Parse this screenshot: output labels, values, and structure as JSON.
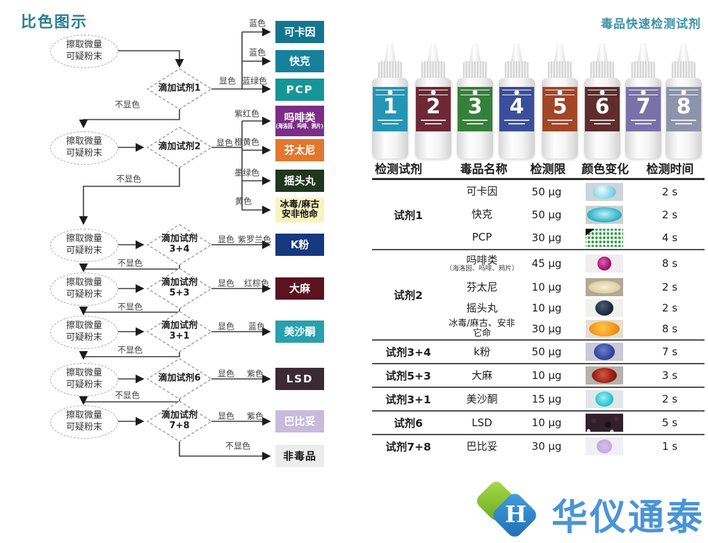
{
  "flow": {
    "title": "比色图示",
    "source_line1": "擦取微量",
    "source_line2": "可疑粉末",
    "label_show": "显色",
    "label_no_show": "不显色",
    "steps": [
      {
        "reagent": "滴加试剂1"
      },
      {
        "reagent": "滴加试剂2"
      },
      {
        "reagent": "滴加试剂",
        "reagent2": "3+4"
      },
      {
        "reagent": "滴加试剂",
        "reagent2": "5+3"
      },
      {
        "reagent": "滴加试剂",
        "reagent2": "3+1"
      },
      {
        "reagent": "滴加试剂6"
      },
      {
        "reagent": "滴加试剂",
        "reagent2": "7+8"
      }
    ],
    "branches": [
      {
        "color_label": "蓝色",
        "result": "可卡因",
        "box_color": "#13768e"
      },
      {
        "color_label": "蓝色",
        "result": "快克",
        "box_color": "#17809b"
      },
      {
        "color_label": "蓝绿色",
        "result": "PCP",
        "box_color": "#169598"
      },
      {
        "color_label": "紫红色",
        "result": "吗啡类",
        "result_sub": "(海洛因、吗啡、鸦片)",
        "box_color": "#7d2d87"
      },
      {
        "color_label": "橙黄色",
        "result": "芬太尼",
        "box_color": "#e2772d"
      },
      {
        "color_label": "墨绿色",
        "result": "摇头丸",
        "box_color": "#20361f"
      },
      {
        "color_label": "黄色",
        "result": "冰毒/麻古",
        "result_line2": "安非他命",
        "box_color": "#f8f4c0"
      },
      {
        "color_label": "紫罗兰色",
        "result": "K粉",
        "box_color": "#15387f"
      },
      {
        "color_label": "红棕色",
        "result": "大麻",
        "box_color": "#5a1320"
      },
      {
        "color_label": "蓝色",
        "result": "美沙酮",
        "box_color": "#28a0ad"
      },
      {
        "color_label": "紫色",
        "result": "LSD",
        "box_color": "#3c2a33"
      },
      {
        "color_label": "紫色",
        "result": "巴比妥",
        "box_color": "#c9badb"
      },
      {
        "result": "非毒品",
        "box_color": "#ececec"
      }
    ]
  },
  "right": {
    "title": "毒品快速检测试剂",
    "bottles": [
      {
        "number": "1",
        "label_color": "#2496b5"
      },
      {
        "number": "2",
        "label_color": "#6d2836"
      },
      {
        "number": "3",
        "label_color": "#35803a"
      },
      {
        "number": "4",
        "label_color": "#3a4f9b"
      },
      {
        "number": "5",
        "label_color": "#a34527"
      },
      {
        "number": "6",
        "label_color": "#5f2d2b"
      },
      {
        "number": "7",
        "label_color": "#7a71a8"
      },
      {
        "number": "8",
        "label_color": "#8d93ab"
      }
    ],
    "table": {
      "headers": [
        "检测试剂",
        "毒品名称",
        "检测限",
        "颜色变化",
        "检测时间"
      ],
      "groups": [
        {
          "reagent": "试剂1",
          "rows": [
            {
              "drug": "可卡因",
              "limit": "50 μg",
              "swatch": "light-cyan-blob",
              "time": "2 s"
            },
            {
              "drug": "快克",
              "limit": "50 μg",
              "swatch": "turquoise-pool",
              "time": "2 s"
            },
            {
              "drug": "PCP",
              "limit": "30 μg",
              "swatch": "green-well-plate",
              "time": "4 s"
            }
          ]
        },
        {
          "reagent": "试剂2",
          "rows": [
            {
              "drug": "吗啡类",
              "drug_sub": "（海洛因、吗啡、鸦片）",
              "limit": "45 μg",
              "swatch": "magenta-blob",
              "time": "8 s"
            },
            {
              "drug": "芬太尼",
              "limit": "10 μg",
              "swatch": "pale-yellow-blob",
              "time": "2 s"
            },
            {
              "drug": "摇头丸",
              "limit": "10 μg",
              "swatch": "dark-navy-blob",
              "time": "2 s"
            },
            {
              "drug": "冰毒/麻古、安非它命",
              "limit": "30 μg",
              "swatch": "orange-blob",
              "time": "8 s"
            }
          ]
        },
        {
          "reagent": "试剂3+4",
          "rows": [
            {
              "drug": "k粉",
              "limit": "50 μg",
              "swatch": "blue-violet-blob",
              "time": "7 s"
            }
          ]
        },
        {
          "reagent": "试剂5+3",
          "rows": [
            {
              "drug": "大麻",
              "limit": "10 μg",
              "swatch": "dark-red-blob",
              "time": "3 s"
            }
          ]
        },
        {
          "reagent": "试剂3+1",
          "rows": [
            {
              "drug": "美沙酮",
              "limit": "15 μg",
              "swatch": "cyan-blob",
              "time": "2 s"
            }
          ]
        },
        {
          "reagent": "试剂6",
          "rows": [
            {
              "drug": "LSD",
              "limit": "10 μg",
              "swatch": "dark-purple-field",
              "time": "5 s"
            }
          ]
        },
        {
          "reagent": "试剂7+8",
          "rows": [
            {
              "drug": "巴比妥",
              "limit": "30 μg",
              "swatch": "lavender-circle",
              "time": "1 s"
            }
          ]
        }
      ]
    },
    "logo_text": "华仪通泰"
  },
  "colors": {
    "page_title": "#2a7d96",
    "right_title": "#3b93a5",
    "logo_blue": "#4a94d8",
    "logo_green": "#7cb82f",
    "table_line": "#4f4f4f"
  }
}
